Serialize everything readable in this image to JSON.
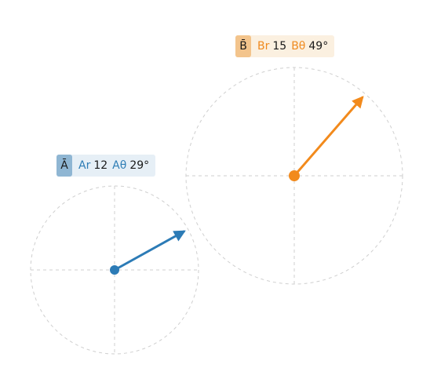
{
  "vectors": [
    {
      "id": "A",
      "symbol": "Ā",
      "r_label": "Ar",
      "theta_label": "Aθ",
      "r": "12",
      "theta": "29°",
      "r_value": 12,
      "theta_value": 29,
      "color": "#2c7bb6",
      "light_color": "#8fb6d3"
    },
    {
      "id": "B",
      "symbol": "B̄",
      "r_label": "Br",
      "theta_label": "Bθ",
      "r": "15",
      "theta": "49°",
      "r_value": 15,
      "theta_value": 49,
      "color": "#f28a1c",
      "light_color": "#f3c48c"
    }
  ]
}
